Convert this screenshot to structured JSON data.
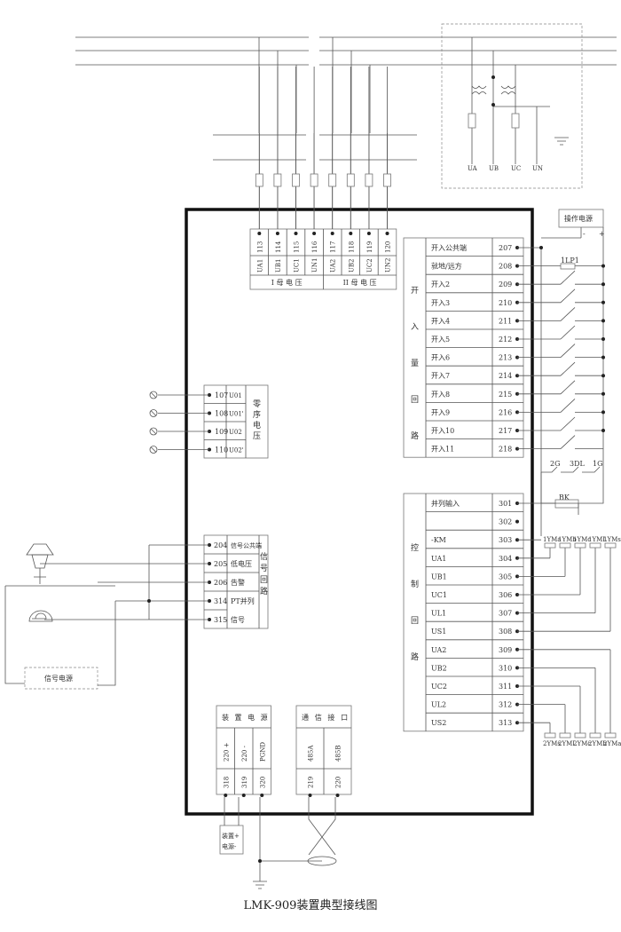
{
  "title": "LMK-909装置典型接线图",
  "pt_block": {
    "terminals": [
      "113",
      "114",
      "115",
      "116",
      "117",
      "118",
      "119",
      "120"
    ],
    "signals": [
      "UA1",
      "UB1",
      "UC1",
      "UN1",
      "UA2",
      "UB2",
      "UC2",
      "UN2"
    ],
    "group1": "I 母 电 压",
    "group2": "II 母 电 压"
  },
  "pt_detail": {
    "labels": [
      "UA",
      "UB",
      "UC",
      "UN"
    ]
  },
  "op_power": "操作电源",
  "binary_input": {
    "group_label": [
      "开",
      "入",
      "量",
      "回",
      "路"
    ],
    "rows": [
      {
        "name": "开入公共端",
        "term": "207"
      },
      {
        "name": "就地/远方",
        "term": "208"
      },
      {
        "name": "开入2",
        "term": "209"
      },
      {
        "name": "开入3",
        "term": "210"
      },
      {
        "name": "开入4",
        "term": "211"
      },
      {
        "name": "开入5",
        "term": "212"
      },
      {
        "name": "开入6",
        "term": "213"
      },
      {
        "name": "开入7",
        "term": "214"
      },
      {
        "name": "开入8",
        "term": "215"
      },
      {
        "name": "开入9",
        "term": "216"
      },
      {
        "name": "开入10",
        "term": "217"
      },
      {
        "name": "开入11",
        "term": "218"
      }
    ],
    "plate": "1LP1",
    "bottom_labels": [
      "2G",
      "3DL",
      "1G"
    ]
  },
  "bk_label": "BK",
  "control": {
    "group_label": [
      "控",
      "制",
      "回",
      "路"
    ],
    "rows": [
      {
        "name": "并列输入",
        "term": "301"
      },
      {
        "name": "",
        "term": "302"
      },
      {
        "name": "-KM",
        "term": "303"
      },
      {
        "name": "UA1",
        "term": "304"
      },
      {
        "name": "UB1",
        "term": "305"
      },
      {
        "name": "UC1",
        "term": "306"
      },
      {
        "name": "UL1",
        "term": "307"
      },
      {
        "name": "US1",
        "term": "308"
      },
      {
        "name": "UA2",
        "term": "309"
      },
      {
        "name": "UB2",
        "term": "310"
      },
      {
        "name": "UC2",
        "term": "311"
      },
      {
        "name": "UL2",
        "term": "312"
      },
      {
        "name": "US2",
        "term": "313"
      }
    ],
    "bus1_labels": [
      "1YMa",
      "1YMb",
      "1YMc",
      "1YML",
      "1YMs"
    ],
    "bus2_labels": [
      "2YMs",
      "2YML",
      "2YMc",
      "2YMb",
      "2YMa"
    ]
  },
  "zero_seq": {
    "rows": [
      {
        "term": "107",
        "sig": "U01"
      },
      {
        "term": "108",
        "sig": "U01'"
      },
      {
        "term": "109",
        "sig": "U02"
      },
      {
        "term": "110",
        "sig": "U02'"
      }
    ],
    "label": [
      "零",
      "序",
      "电",
      "压"
    ]
  },
  "signal": {
    "rows": [
      {
        "term": "204",
        "name": "信号公共端"
      },
      {
        "term": "205",
        "name": "低电压"
      },
      {
        "term": "206",
        "name": "告警"
      },
      {
        "term": "314",
        "name": "PT并列"
      },
      {
        "term": "315",
        "name": "信号"
      }
    ],
    "label": [
      "信",
      "号",
      "回",
      "路"
    ],
    "power": "信号电源"
  },
  "device_power": {
    "header": [
      "装",
      "置",
      "电",
      "源"
    ],
    "cols": [
      {
        "name": "220 +",
        "term": "318"
      },
      {
        "name": "220 -",
        "term": "319"
      },
      {
        "name": "PGND",
        "term": "320"
      }
    ],
    "ext_label": [
      "装置+",
      "电源-"
    ]
  },
  "comm": {
    "header": [
      "通",
      "信",
      "接",
      "口"
    ],
    "cols": [
      {
        "name": "485A",
        "term": "219"
      },
      {
        "name": "485B",
        "term": "220"
      }
    ]
  }
}
